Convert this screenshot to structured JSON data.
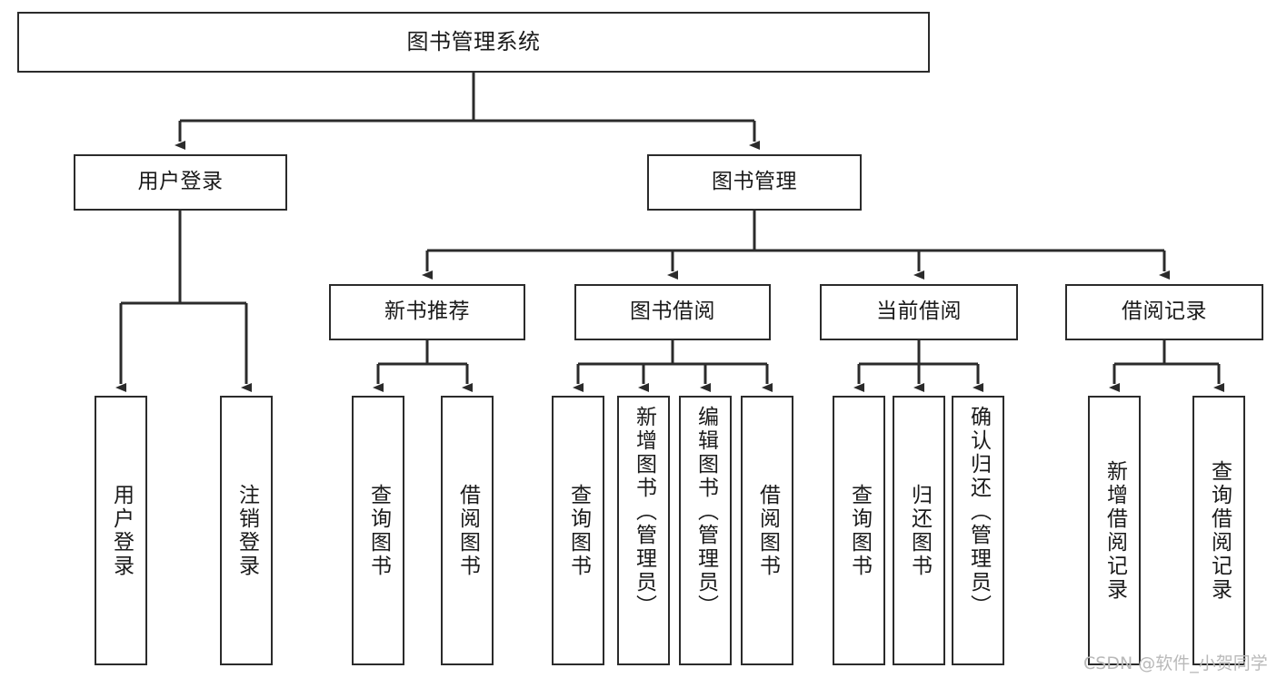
{
  "diagram": {
    "type": "tree-hierarchy-functional-structure",
    "title": "图书管理系统",
    "stroke_color": "#2b2b2b",
    "fill_color": "#ffffff",
    "text_color": "#1a1a1a",
    "background": "#ffffff"
  },
  "nodes": {
    "root": {
      "label": "图书管理系统"
    },
    "level2": [
      {
        "id": "user-login",
        "label": "用户登录"
      },
      {
        "id": "book-management",
        "label": "图书管理"
      }
    ],
    "level3": [
      {
        "id": "new-book-recommend",
        "label": "新书推荐"
      },
      {
        "id": "book-borrow",
        "label": "图书借阅"
      },
      {
        "id": "current-borrow",
        "label": "当前借阅"
      },
      {
        "id": "borrow-record",
        "label": "借阅记录"
      }
    ],
    "leaves": {
      "user_login": [
        {
          "id": "leaf-user-login",
          "label": "用户登录"
        },
        {
          "id": "leaf-logout-login",
          "label": "注销登录"
        }
      ],
      "new_book_recommend": [
        {
          "id": "leaf-query-book-1",
          "label": "查询图书"
        },
        {
          "id": "leaf-borrow-book-1",
          "label": "借阅图书"
        }
      ],
      "book_borrow": [
        {
          "id": "leaf-query-book-2",
          "label": "查询图书"
        },
        {
          "id": "leaf-add-book",
          "label": "新增图书（管理员）"
        },
        {
          "id": "leaf-edit-book",
          "label": "编辑图书（管理员）"
        },
        {
          "id": "leaf-borrow-book-2",
          "label": "借阅图书"
        }
      ],
      "current_borrow": [
        {
          "id": "leaf-query-book-3",
          "label": "查询图书"
        },
        {
          "id": "leaf-return-book",
          "label": "归还图书"
        },
        {
          "id": "leaf-confirm-return",
          "label": "确认归还（管理员）"
        }
      ],
      "borrow_record": [
        {
          "id": "leaf-add-record",
          "label": "新增借阅记录"
        },
        {
          "id": "leaf-query-record",
          "label": "查询借阅记录"
        }
      ]
    }
  },
  "watermark": {
    "text": "CSDN @软件_小贺同学",
    "color": "#b9b9b9"
  }
}
